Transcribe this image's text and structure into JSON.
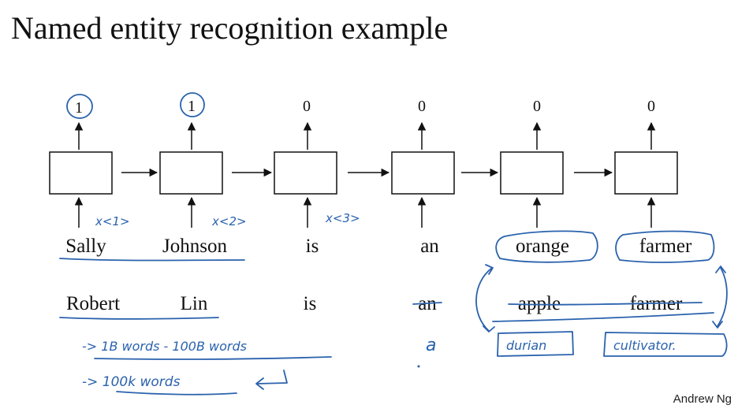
{
  "slide": {
    "title": "Named entity recognition example",
    "credit": "Andrew Ng"
  },
  "diagram": {
    "outputs": [
      "1",
      "1",
      "0",
      "0",
      "0",
      "0"
    ],
    "input_annotations": [
      "x<1>",
      "x<2>",
      "x<3>"
    ],
    "sentence_1": [
      "Sally",
      "Johnson",
      "is",
      "an",
      "orange",
      "farmer"
    ],
    "sentence_2": [
      "Robert",
      "Lin",
      "is",
      "an",
      "apple",
      "farmer"
    ],
    "handwritten": {
      "replacement_a": "a",
      "replacement_durian": "durian",
      "replacement_cultivator": "cultivator.",
      "note_1": "-> 1B words - 100B words",
      "note_2": "-> 100k words"
    },
    "colors": {
      "ink": "#111111",
      "pen": "#2a62ad"
    }
  }
}
